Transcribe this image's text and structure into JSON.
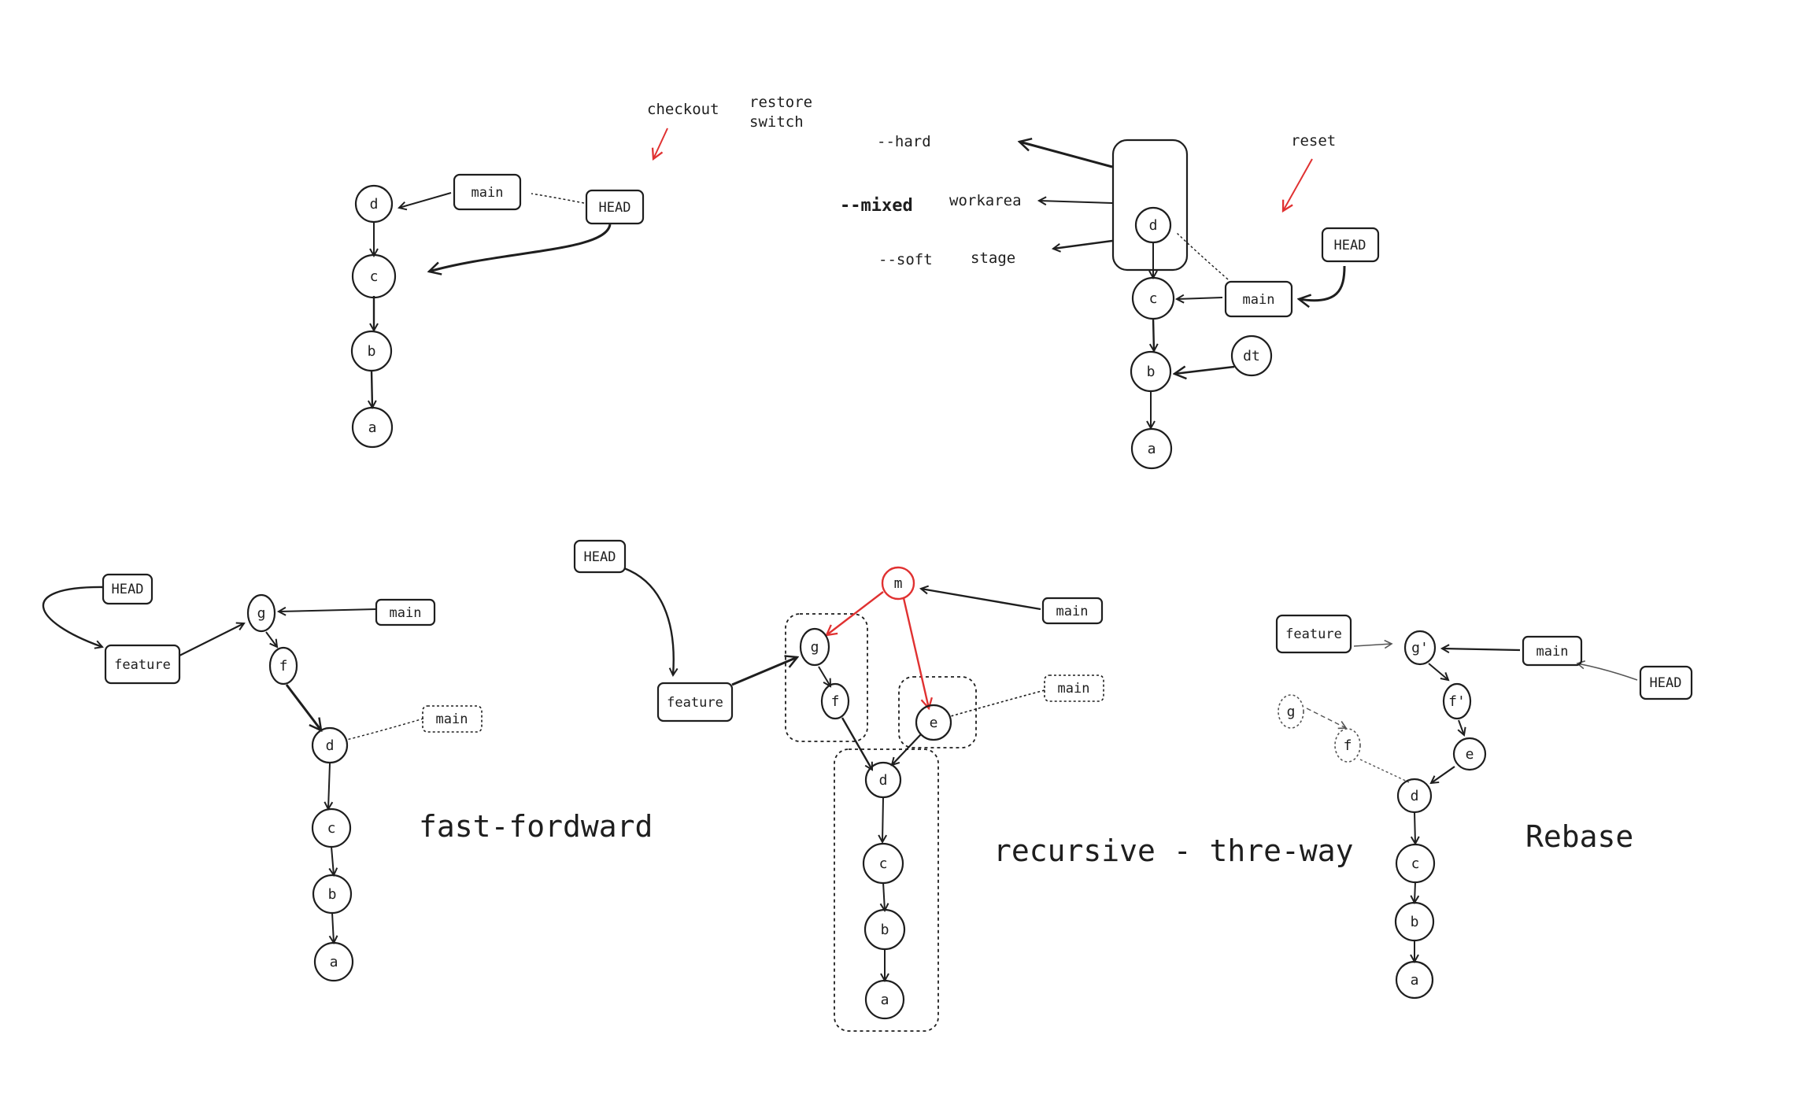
{
  "colors": {
    "ink": "#1e1e1e",
    "accent": "#e03131",
    "background": "#ffffff"
  },
  "checkout": {
    "label": "checkout",
    "alt_label_1": "restore",
    "alt_label_2": "switch",
    "commits": [
      "d",
      "c",
      "b",
      "a"
    ],
    "branch": "main",
    "head": "HEAD"
  },
  "reset": {
    "label": "reset",
    "hard": "--hard",
    "mixed": "--mixed",
    "soft": "--soft",
    "workarea": "workarea",
    "stage": "stage",
    "commits": [
      "d",
      "c",
      "b",
      "a"
    ],
    "dangling": "dt",
    "branch": "main",
    "head": "HEAD"
  },
  "fast_forward": {
    "title": "fast-fordward",
    "head": "HEAD",
    "feature": "feature",
    "main": "main",
    "old_main": "main",
    "commits": [
      "g",
      "f",
      "d",
      "c",
      "b",
      "a"
    ]
  },
  "three_way": {
    "title": "recursive - thre-way",
    "head": "HEAD",
    "feature": "feature",
    "main": "main",
    "old_main": "main",
    "merge_commit": "m",
    "commits": [
      "g",
      "f",
      "e",
      "d",
      "c",
      "b",
      "a"
    ]
  },
  "rebase": {
    "title": "Rebase",
    "feature": "feature",
    "main": "main",
    "head": "HEAD",
    "new_commits": [
      "g'",
      "f'"
    ],
    "old_commits": [
      "g",
      "f"
    ],
    "commits": [
      "e",
      "d",
      "c",
      "b",
      "a"
    ]
  }
}
